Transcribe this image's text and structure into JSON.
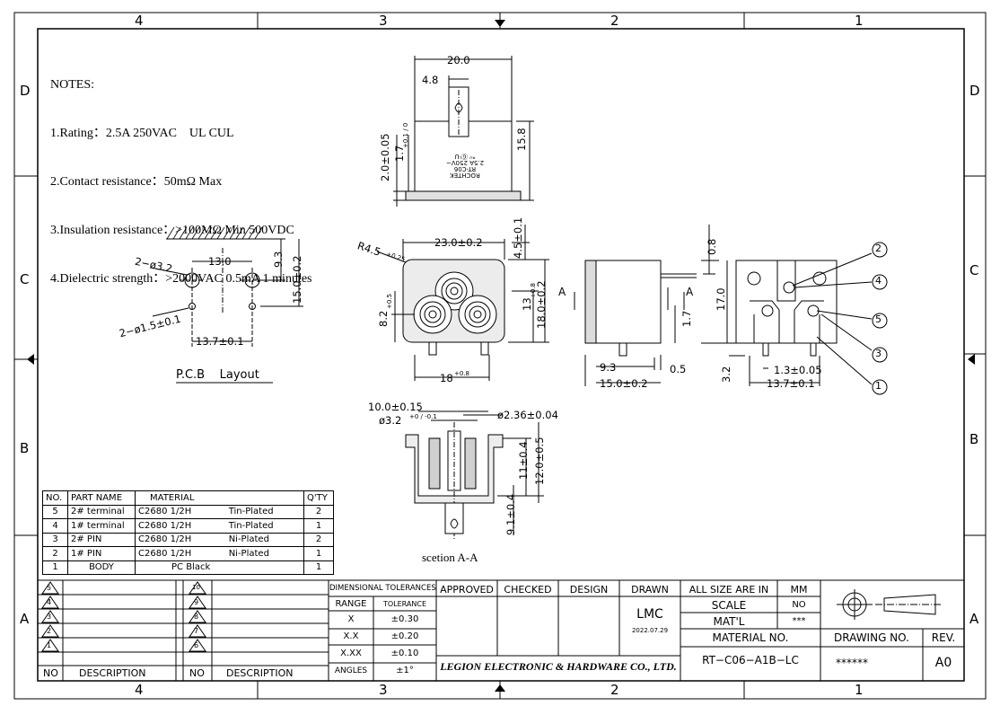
{
  "zones": {
    "top": [
      "4",
      "3",
      "2",
      "1"
    ],
    "bottom": [
      "4",
      "3",
      "2",
      "1"
    ],
    "left": [
      "D",
      "C",
      "B",
      "A"
    ],
    "right": [
      "D",
      "C",
      "B",
      "A"
    ]
  },
  "notes": {
    "title": "NOTES:",
    "lines": [
      "1.Rating：2.5A 250VAC    UL CUL",
      "2.Contact resistance：50mΩ Max",
      "3.Insulation resistance：>100MΩ Min 500VDC",
      "4.Dielectric strength：>2000VAC 0.5mA 1 minutes"
    ]
  },
  "top_view": {
    "dim_width": "20.0",
    "dim_tab": "4.8",
    "dim_height": "15.8",
    "dim_thick": "2.0±0.05",
    "dim_step": "1.7",
    "dim_step_tol": "+0.1 / 0",
    "marking": [
      "ROCHTEK",
      "RT-C06",
      "2.5A 250V~",
      "ᴿᵁ ⒼᴸU"
    ]
  },
  "pcb_layout": {
    "title": "P.C.B    Layout",
    "dim_holes": "2−ø3.2",
    "dim_13": "13.0",
    "dim_93": "9.3",
    "dim_15": "15.0±0.2",
    "dim_pins": "2−ø1.5±0.1",
    "dim_137": "13.7±0.1"
  },
  "front_view": {
    "dim_radius": "R4.5",
    "dim_radius_tol": "+0.25",
    "dim_width": "23.0±0.2",
    "dim_45": "4.5±0.1",
    "dim_82": "8.2",
    "dim_82_tol": "+0.5",
    "dim_13": "13",
    "dim_13_tol": "+0.8",
    "dim_18v": "18.0±0.2",
    "dim_18h": "18",
    "dim_18h_tol": "+0.8"
  },
  "side_view": {
    "section_a": "A",
    "dim_08": "0.8",
    "dim_170": "17.0",
    "dim_17": "1.7",
    "dim_93": "9.3",
    "dim_05": "0.5",
    "dim_150": "15.0±0.2",
    "dim_32": "3.2",
    "dim_13": "1.3±0.05",
    "dim_137": "13.7±0.1"
  },
  "callouts": [
    "2",
    "4",
    "5",
    "3",
    "1"
  ],
  "section_view": {
    "title": "scetion A-A",
    "dim_10": "10.0±0.15",
    "dim_32": "ø3.2",
    "dim_32_tol": "+0 / -0.1",
    "dim_236": "ø2.36±0.04",
    "dim_11": "11±0.4",
    "dim_12": "12.0±0.5",
    "dim_91": "9.1±0.4"
  },
  "bom": {
    "headers": [
      "NO.",
      "PART NAME",
      "MATERIAL",
      "Q'TY"
    ],
    "rows": [
      [
        "5",
        "2# terminal",
        "C2680 1/2H",
        "Tin-Plated",
        "2"
      ],
      [
        "4",
        "1# terminal",
        "C2680 1/2H",
        "Tin-Plated",
        "1"
      ],
      [
        "3",
        "2# PIN",
        "C2680 1/2H",
        "Ni-Plated",
        "2"
      ],
      [
        "2",
        "1# PIN",
        "C2680 1/2H",
        "Ni-Plated",
        "1"
      ],
      [
        "1",
        "BODY",
        "PC Black",
        "",
        "1"
      ]
    ]
  },
  "revisions": {
    "left_nums": [
      "5",
      "4",
      "3",
      "2",
      "1"
    ],
    "right_nums": [
      "10",
      "9",
      "8",
      "7",
      "6"
    ],
    "col_no": "NO",
    "col_desc": "DESCRIPTION"
  },
  "tolerances": {
    "title": "DIMENSIONAL  TOLERANCES",
    "range_header": "RANGE",
    "tol_header": "TOLERANCE",
    "rows": [
      [
        "X",
        "±0.30"
      ],
      [
        "X.X",
        "±0.20"
      ],
      [
        "X.XX",
        "±0.10"
      ],
      [
        "ANGLES",
        "±1°"
      ]
    ]
  },
  "approval": {
    "approved": "APPROVED",
    "checked": "CHECKED",
    "design": "DESIGN",
    "drawn": "DRAWN",
    "drawn_by": "LMC",
    "drawn_date": "2022.07.29",
    "company": "LEGION ELECTRONIC & HARDWARE CO., LTD."
  },
  "title_block": {
    "size_label": "ALL SIZE ARE IN",
    "size_unit": "MM",
    "scale_label": "SCALE",
    "scale_value": "NO",
    "matl_label": "MAT'L",
    "matl_value": "***",
    "material_no_label": "MATERIAL  NO.",
    "material_no": "RT−C06−A1B−LC",
    "drawing_no_label": "DRAWING  NO.",
    "drawing_no": "******",
    "rev_label": "REV.",
    "rev": "A0"
  }
}
